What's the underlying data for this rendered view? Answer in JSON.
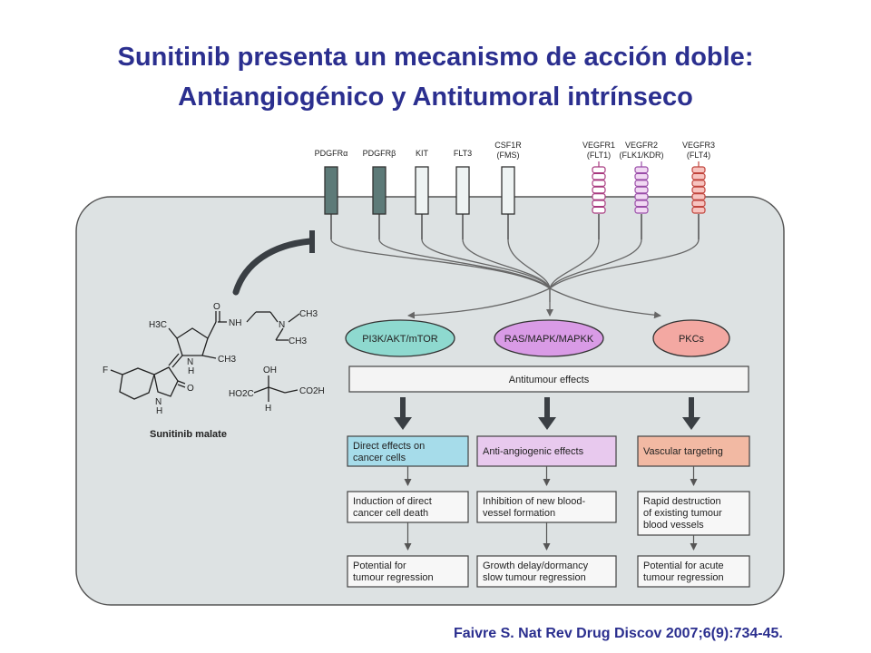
{
  "title_line1": "Sunitinib presenta un mecanismo de acción doble:",
  "title_line2": "Antiangiogénico y Antitumoral intrínseco",
  "receptors": [
    {
      "line1": "PDGFRα",
      "line2": "",
      "kind": "dark"
    },
    {
      "line1": "PDGFRβ",
      "line2": "",
      "kind": "dark"
    },
    {
      "line1": "KIT",
      "line2": "",
      "kind": "light"
    },
    {
      "line1": "FLT3",
      "line2": "",
      "kind": "light"
    },
    {
      "line1": "CSF1R",
      "line2": "(FMS)",
      "kind": "light"
    },
    {
      "line1": "VEGFR1",
      "line2": "(FLT1)",
      "kind": "vegf1"
    },
    {
      "line1": "VEGFR2",
      "line2": "(FLK1/KDR)",
      "kind": "vegf2"
    },
    {
      "line1": "VEGFR3",
      "line2": "(FLT4)",
      "kind": "vegf3"
    }
  ],
  "drug": {
    "name": "Sunitinib malate",
    "atoms": {
      "h3c": "H3C",
      "o": "O",
      "nh": "NH",
      "n": "N",
      "ch3_a": "CH3",
      "ch3_b": "CH3",
      "ch3_c": "CH3",
      "nh_ring": "N",
      "h_ring": "H",
      "f": "F",
      "o2": "O",
      "n_ind": "N",
      "h_ind": "H",
      "oh": "OH",
      "ho2c": "HO2C",
      "co2h": "CO2H",
      "h_mal": "H"
    }
  },
  "pathways": [
    {
      "label": "PI3K/AKT/mTOR",
      "color": "#8ed9cf"
    },
    {
      "label": "RAS/MAPK/MAPKK",
      "color": "#d99be6"
    },
    {
      "label": "PKCs",
      "color": "#f3a8a2"
    }
  ],
  "antitumour_label": "Antitumour effects",
  "columns": [
    {
      "header": {
        "line1": "Direct effects on",
        "line2": "cancer cells",
        "color": "#a6dcea"
      },
      "step2": {
        "line1": "Induction of direct",
        "line2": "cancer cell death",
        "line3": ""
      },
      "step3": {
        "line1": "Potential for",
        "line2": "tumour regression"
      }
    },
    {
      "header": {
        "line1": "Anti-angiogenic effects",
        "line2": "",
        "color": "#e8c9ee"
      },
      "step2": {
        "line1": "Inhibition of new blood-",
        "line2": "vessel formation",
        "line3": ""
      },
      "step3": {
        "line1": "Growth delay/dormancy",
        "line2": "slow tumour regression"
      }
    },
    {
      "header": {
        "line1": "Vascular targeting",
        "line2": "",
        "color": "#f2b9a3"
      },
      "step2": {
        "line1": "Rapid destruction",
        "line2": "of existing tumour",
        "line3": "blood vessels"
      },
      "step3": {
        "line1": "Potential for acute",
        "line2": "tumour regression"
      }
    }
  ],
  "citation": "Faivre S. Nat Rev Drug Discov  2007;6(9):734-45."
}
